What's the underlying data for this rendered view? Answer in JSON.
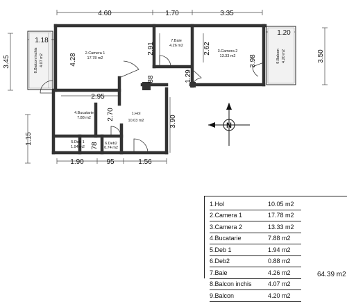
{
  "dimensions": {
    "top": [
      "4.60",
      "1.70",
      "3.35"
    ],
    "bottom": [
      "1.90",
      "95",
      "1.56"
    ],
    "left_outer": "3.45",
    "left_balcony_width": "1.18",
    "left_room": "4.28",
    "left_lower": "1.15",
    "right_outer": "3.50",
    "right_balcony_width": "1.20",
    "right_room": "3.98",
    "camera2_vertical": "2.62",
    "baie_vertical": "2.91",
    "wall_thickness": "88",
    "hol_right": "1.29",
    "hol_height": "3.90",
    "bucatarie_width": "2.95",
    "bucatarie_height": "2.70",
    "deb_height": "78"
  },
  "rooms": [
    {
      "name": "2.Camera 1",
      "area": "17.78 m2"
    },
    {
      "name": "7.Baie",
      "area": "4.26 m2"
    },
    {
      "name": "3.Camera 2",
      "area": "13.33 m2"
    },
    {
      "name": "4.Bucatarie",
      "area": "7.88 m2"
    },
    {
      "name": "1.Hol",
      "area": "10.03 m2"
    },
    {
      "name": "5.Deb 1",
      "area": "1.94 m2"
    },
    {
      "name": "6.Deb2",
      "area": "0.74 m2"
    }
  ],
  "balconies": [
    {
      "name": "8.Balcon inchis",
      "area": "4.07 m2"
    },
    {
      "name": "9.Balcon",
      "area": "4.20 m2"
    }
  ],
  "compass": "N",
  "legend": [
    {
      "name": "1.Hol",
      "area": "10.05 m2"
    },
    {
      "name": "2.Camera 1",
      "area": "17.78 m2"
    },
    {
      "name": "3.Camera 2",
      "area": "13.33 m2"
    },
    {
      "name": "4.Bucatarie",
      "area": "7.88 m2"
    },
    {
      "name": "5.Deb 1",
      "area": "1.94 m2"
    },
    {
      "name": "6.Deb2",
      "area": "0.88 m2"
    },
    {
      "name": "7.Baie",
      "area": "4.26 m2"
    },
    {
      "name": "8.Balcon inchis",
      "area": "4.07 m2"
    },
    {
      "name": "9.Balcon",
      "area": "4.20 m2"
    }
  ],
  "total": "64.39 m2"
}
